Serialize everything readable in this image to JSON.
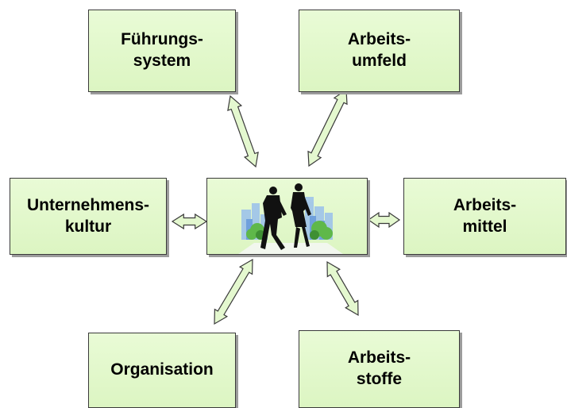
{
  "diagram": {
    "nodes": {
      "fuehrungssystem": {
        "lines": [
          "Führungs-",
          "system"
        ]
      },
      "arbeitsumfeld": {
        "lines": [
          "Arbeits-",
          "umfeld"
        ]
      },
      "unternehmenskultur": {
        "lines": [
          "Unternehmens-",
          "kultur"
        ]
      },
      "arbeitsmittel": {
        "lines": [
          "Arbeits-",
          "mittel"
        ]
      },
      "organisation": {
        "lines": [
          "Organisation"
        ]
      },
      "arbeitsstoffe": {
        "lines": [
          "Arbeits-",
          "stoffe"
        ]
      }
    },
    "center": {
      "illustration": "walking-people-city-icon"
    },
    "edges": [
      [
        "center",
        "fuehrungssystem"
      ],
      [
        "center",
        "arbeitsumfeld"
      ],
      [
        "center",
        "unternehmenskultur"
      ],
      [
        "center",
        "arbeitsmittel"
      ],
      [
        "center",
        "organisation"
      ],
      [
        "center",
        "arbeitsstoffe"
      ]
    ],
    "arrow_style": "double-headed hollow",
    "colors": {
      "box_fill": "#dcf5c2",
      "arrow_fill": "#e4f8cf",
      "border": "#3a3a3a",
      "shadow": "#9c9c9c"
    }
  }
}
